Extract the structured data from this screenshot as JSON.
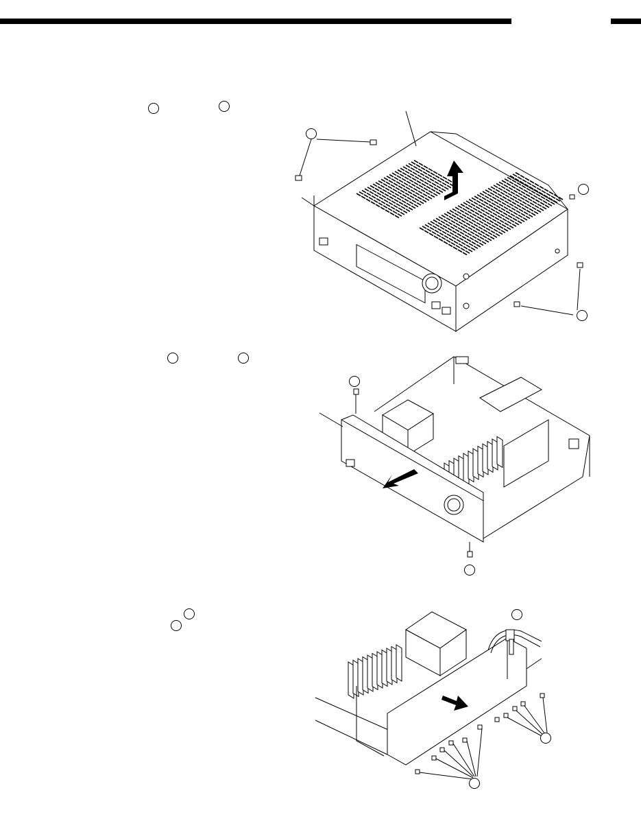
{
  "header": {
    "rule_color": "#000000"
  },
  "steps": [
    {
      "inline_callouts": 2
    },
    {
      "inline_callouts": 2
    },
    {
      "inline_callouts": 2
    }
  ],
  "figures": [
    {
      "icon": "top-cover-removal",
      "arrow": "up",
      "callouts": 3
    },
    {
      "icon": "front-panel-removal",
      "arrow": "forward",
      "callouts": 2
    },
    {
      "icon": "rear-panel-removal",
      "arrow": "out",
      "callouts": 3
    }
  ]
}
